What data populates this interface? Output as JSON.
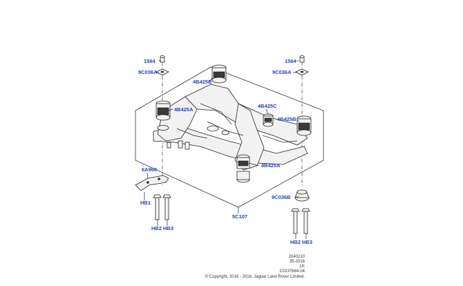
{
  "labels": {
    "bolt_left": "1564",
    "bolt_right": "1564",
    "washer_left": "9C036A",
    "washer_right": "9C036A",
    "bush_top": "4B425B",
    "bush_left": "4B425A",
    "bush_mid": "4B425C",
    "bush_right": "4B425B",
    "bush_front": "4B425A",
    "bracket": "6A960",
    "washer_bottom": "9C036B",
    "hb1": "HB1",
    "hb2_left": "HB2",
    "hb3_left": "HB3",
    "hb2_right": "HB2",
    "hb3_right": "HB3",
    "assembly": "5C107"
  },
  "reference": {
    "line1": "2040210",
    "line2": "35-2018",
    "line3": "LK",
    "line4": "C0237684-04",
    "copyright": "© Copyright, 2016 - 2018. Jaguar Land Rover Limited."
  },
  "colors": {
    "label_blue": "#1f3fcf",
    "line": "#222222",
    "part_fill": "#f2f2f2"
  }
}
